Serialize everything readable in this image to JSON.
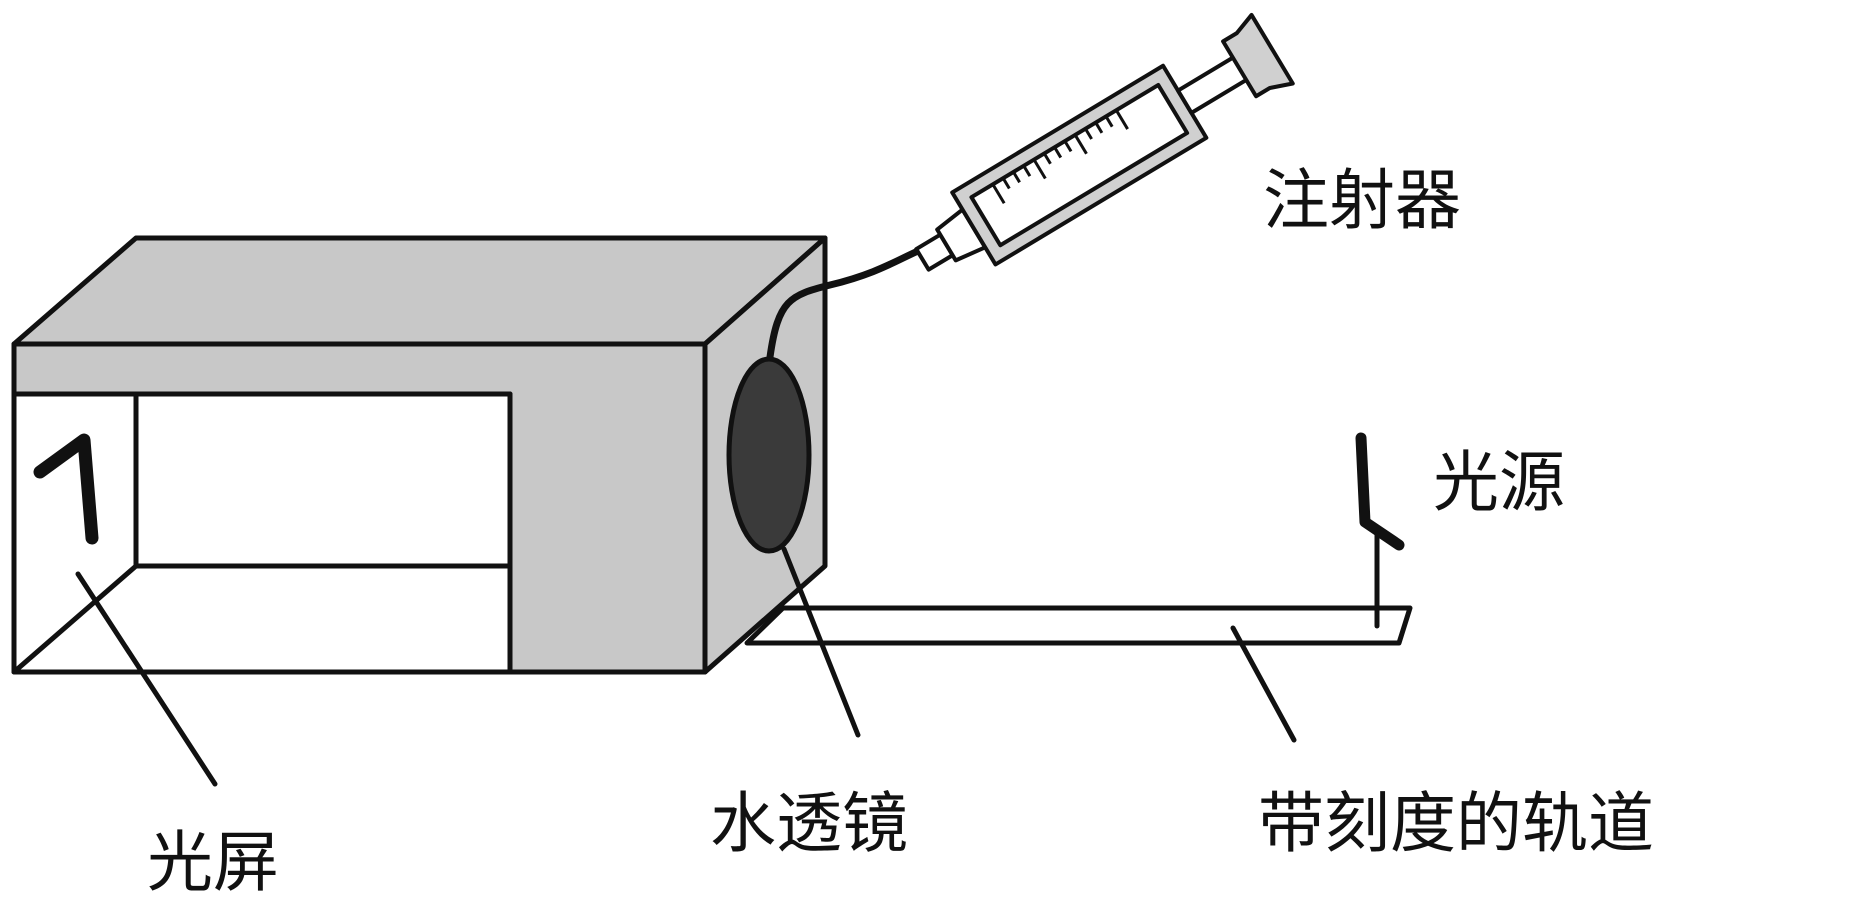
{
  "labels": {
    "syringe": "注射器",
    "light_source": "光源",
    "light_screen": "光屏",
    "water_lens": "水透镜",
    "graduated_track": "带刻度的轨道"
  },
  "screen_glyph": "1",
  "colors": {
    "stroke": "#111111",
    "box_gray": "#c8c8c8",
    "lens_dark": "#3a3a3a",
    "background": "#ffffff",
    "screen_white": "#ffffff",
    "syringe_body": "#d0d0d0"
  }
}
